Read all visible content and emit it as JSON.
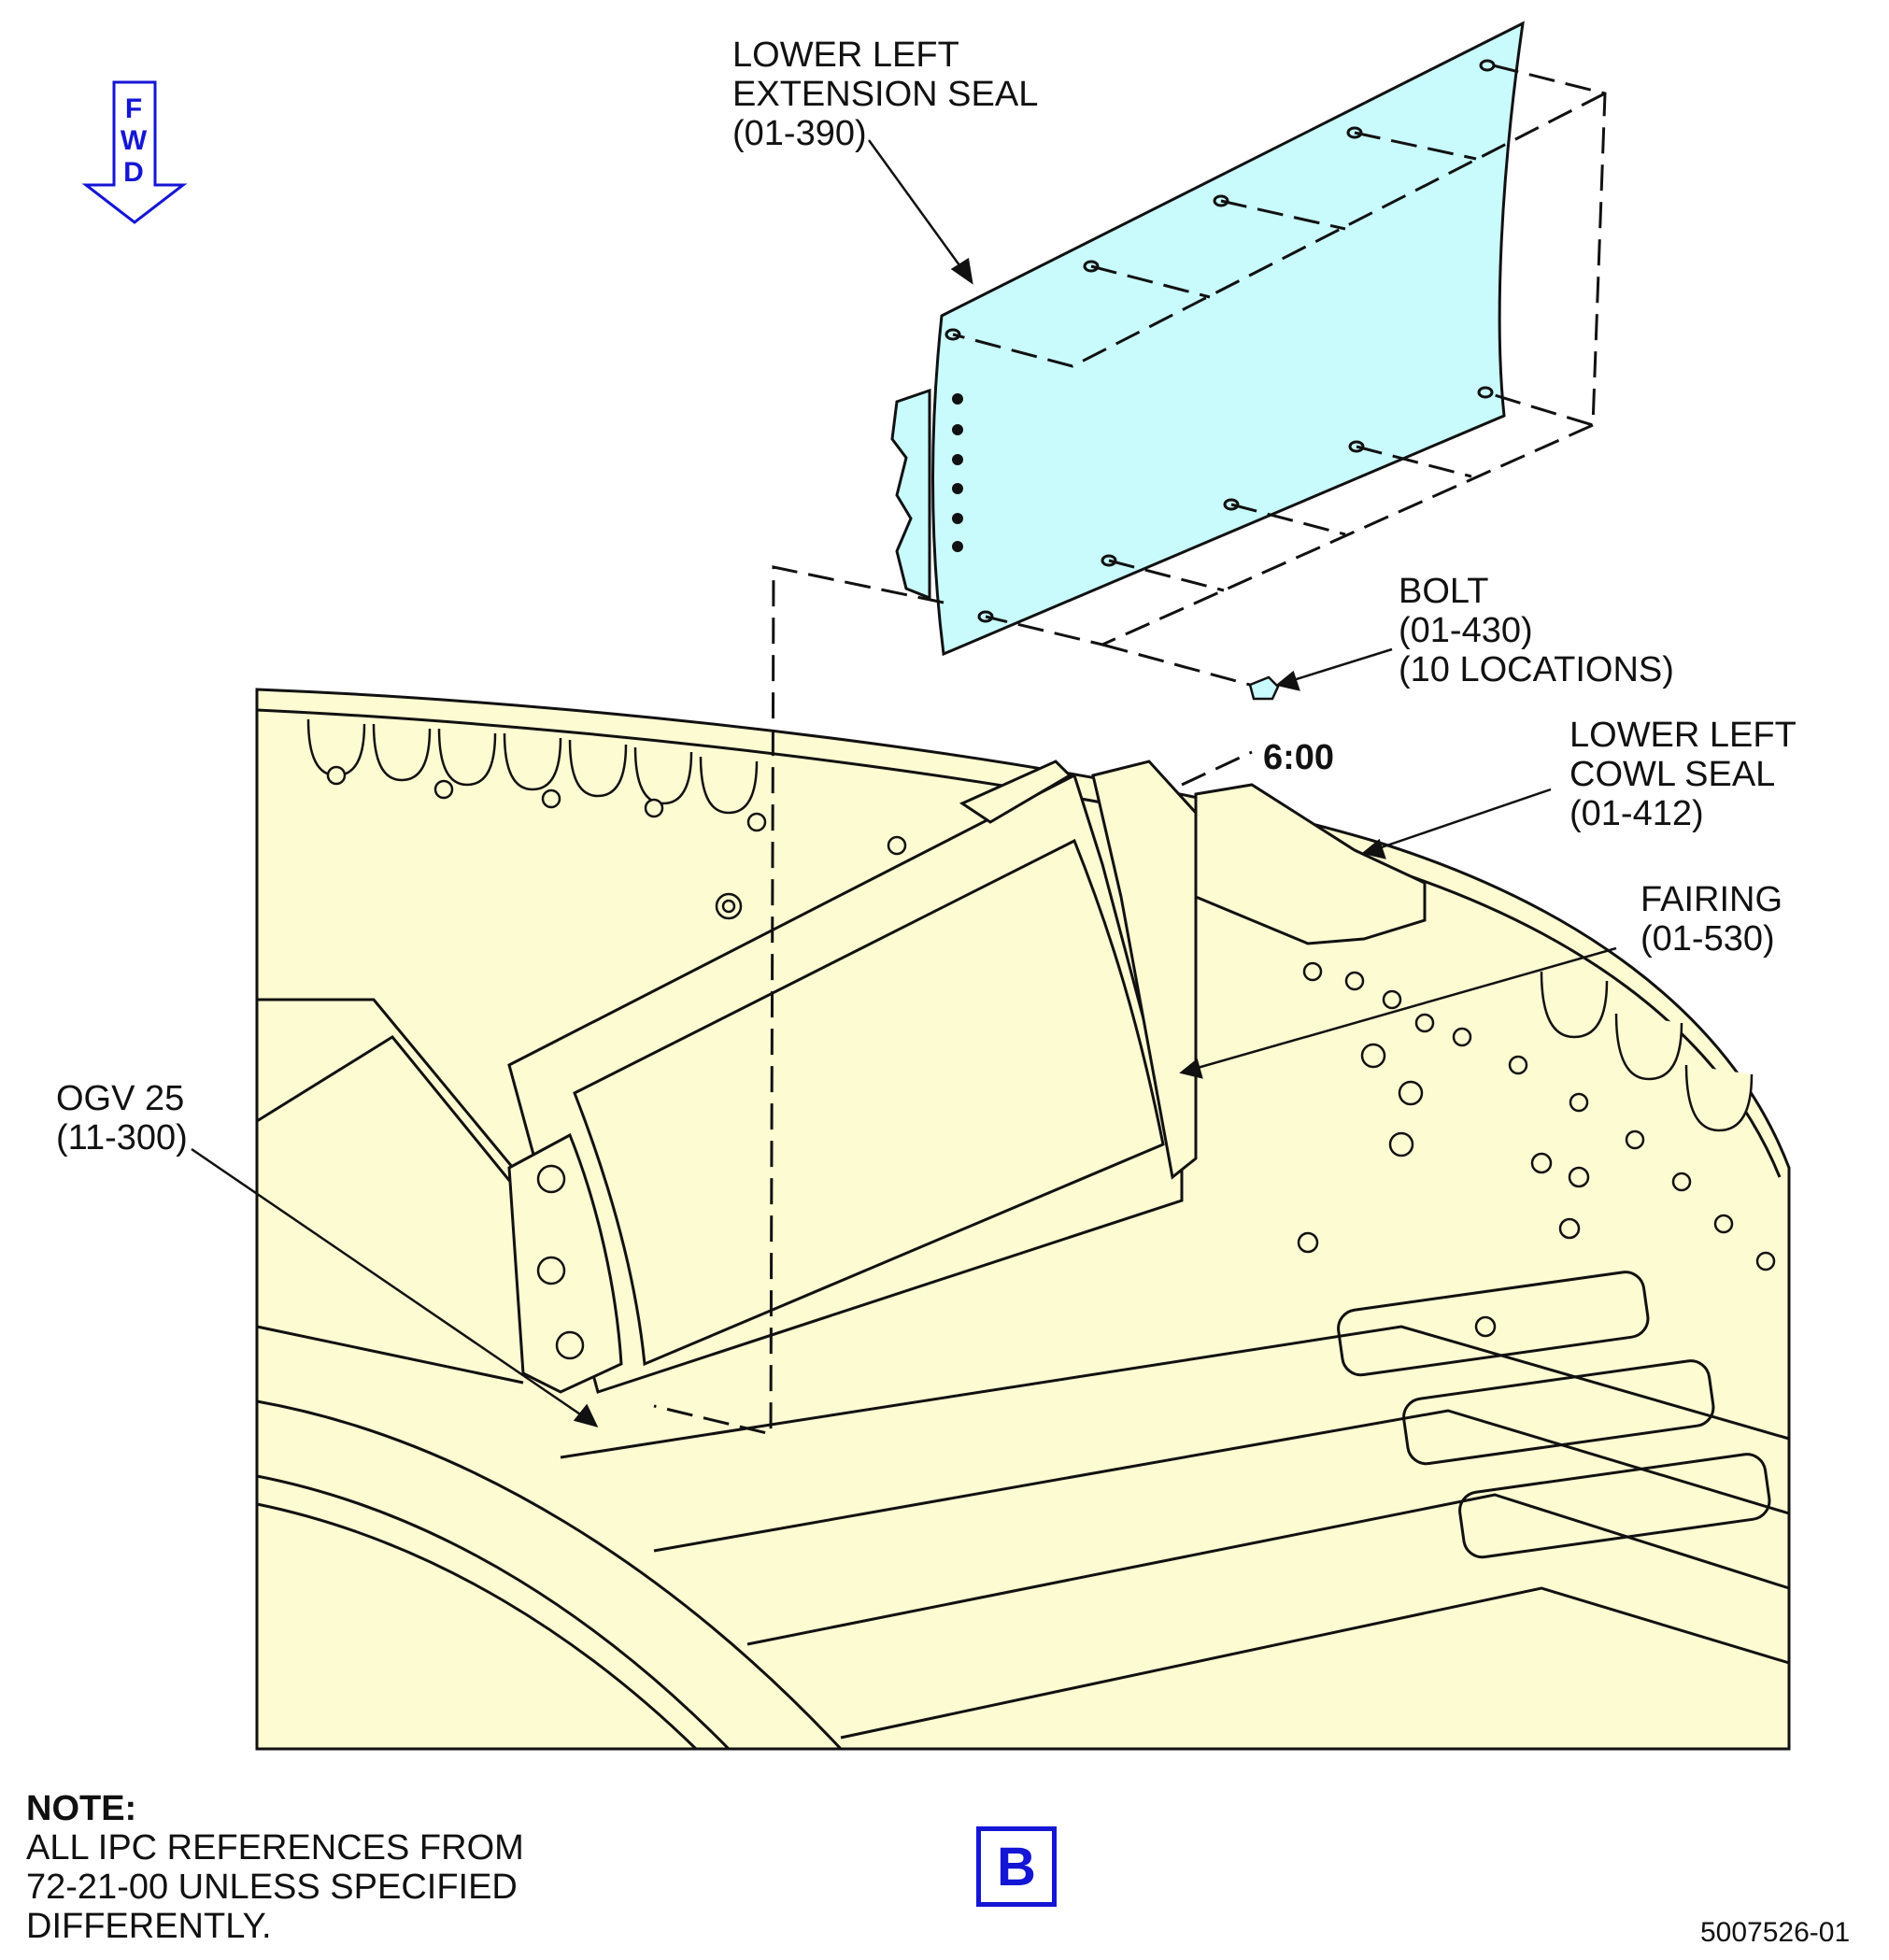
{
  "orientation": {
    "direction_letters": [
      "F",
      "W",
      "D"
    ],
    "color": "#1515d6"
  },
  "callouts": {
    "extension_seal": {
      "line1": "LOWER LEFT",
      "line2": "EXTENSION SEAL",
      "ref": "(01-390)"
    },
    "bolt": {
      "line1": "BOLT",
      "ref": "(01-430)",
      "qty": "(10 LOCATIONS)"
    },
    "clock_position": "6:00",
    "cowl_seal": {
      "line1": "LOWER LEFT",
      "line2": "COWL SEAL",
      "ref": "(01-412)"
    },
    "fairing": {
      "line1": "FAIRING",
      "ref": "(01-530)"
    },
    "ogv": {
      "line1": "OGV 25",
      "ref": "(11-300)"
    }
  },
  "note": {
    "heading": "NOTE:",
    "lines": [
      "ALL IPC REFERENCES FROM",
      "72-21-00 UNLESS SPECIFIED",
      "DIFFERENTLY."
    ]
  },
  "view_label": "B",
  "figure_number": "5007526-01",
  "colors": {
    "engine_fill": "#fdfbd2",
    "seal_fill": "#c9fbfd",
    "line": "#111111",
    "accent": "#1515d6"
  }
}
